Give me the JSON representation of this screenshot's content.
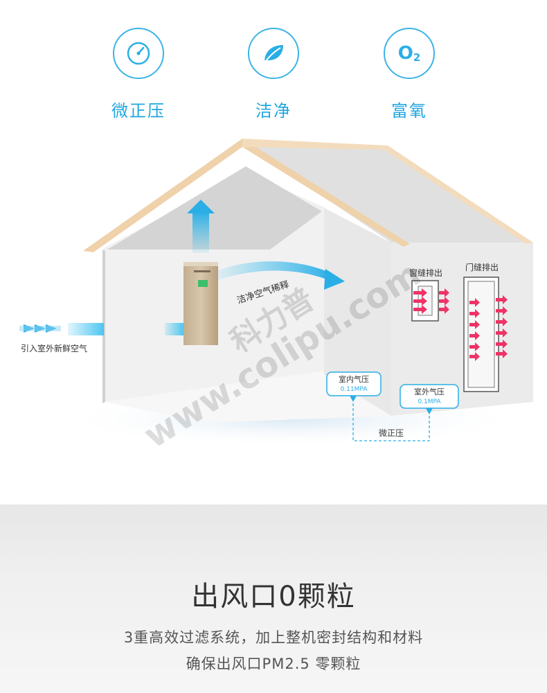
{
  "features": [
    {
      "icon": "gauge-icon",
      "label": "微正压"
    },
    {
      "icon": "leaf-icon",
      "label": "洁净"
    },
    {
      "icon": "o2-icon",
      "label": "富氧",
      "icon_text_main": "O",
      "icon_text_sub": "2"
    }
  ],
  "illustration": {
    "intake_label": "引入室外新鲜空气",
    "clean_air_label": "洁净空气稀释",
    "window_label": "窗缝排出",
    "door_label": "门缝排出",
    "indoor_pressure": {
      "label": "室内气压",
      "value": "0.11MPA"
    },
    "outdoor_pressure": {
      "label": "室外气压",
      "value": "0.1MPA"
    },
    "micro_pressure_label": "微正压",
    "watermark_cn": "科力普",
    "watermark_url": "www.colipu.com"
  },
  "bottom": {
    "headline": "出风口0颗粒",
    "line1": "3重高效过滤系统，加上整机密封结构和材料",
    "line2": "确保出风口PM2.5 零颗粒"
  },
  "colors": {
    "accent": "#1fa6e0",
    "roof": "#efd1aa",
    "wall": "#e9e9e9",
    "unit": "#cbb89a",
    "exhaust_arrows": "#ee3367",
    "headline": "#333333"
  }
}
